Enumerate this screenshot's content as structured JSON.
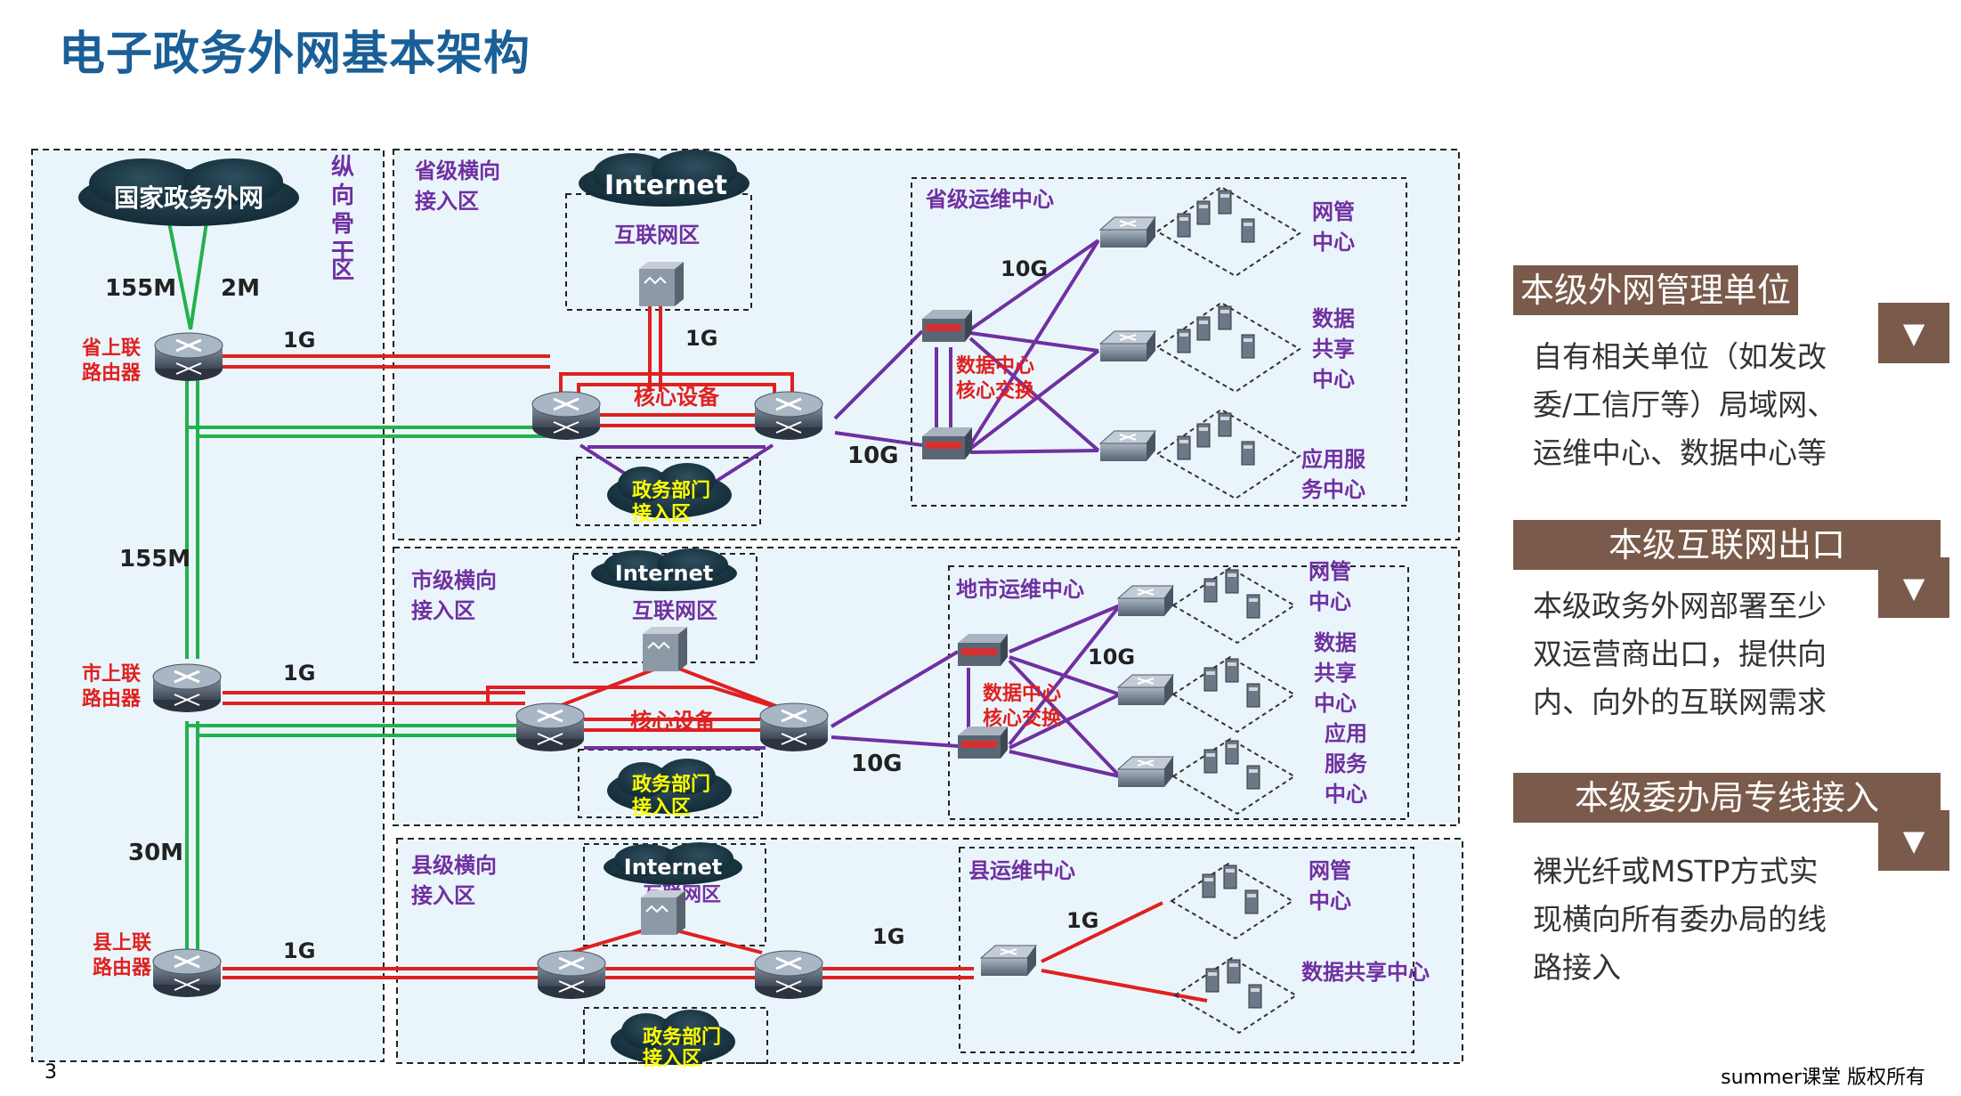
{
  "title": "电子政务外网基本架构",
  "colors": {
    "title": "#1a5f97",
    "red_link": "#e02020",
    "green_link": "#22b14c",
    "purple_link": "#7030a0",
    "label_red": "#e02020",
    "label_purple": "#7030a0",
    "side_header": "#7a5a4a",
    "zone_bg": "#eaf5fb",
    "dc_label": "#ffff00"
  },
  "backbone": {
    "label": "纵向骨干区",
    "cloud": "国家政务外网",
    "bw_155": "155M",
    "bw_2": "2M",
    "bw_155b": "155M",
    "bw_30": "30M",
    "router_prov": "省上联路由器",
    "router_city": "市上联路由器",
    "router_county": "县上联路由器"
  },
  "province": {
    "zone": "省级横向接入区",
    "internet": "Internet",
    "inet_zone": "互联网区",
    "bw_up": "1G",
    "bw_inet": "1G",
    "core": "核心设备",
    "dept": "政务部门接入区",
    "bw_dc": "10G",
    "ops": "省级运维中心",
    "bw_dc_top": "10G",
    "dc_core": "数据中心核心交换",
    "centers": [
      "网管中心",
      "数据共享中心",
      "应用服务中心"
    ]
  },
  "city": {
    "zone": "市级横向接入区",
    "internet": "Internet",
    "inet_zone": "互联网区",
    "bw_up": "1G",
    "core": "核心设备",
    "dept": "政务部门接入区",
    "bw_dc": "10G",
    "ops": "地市运维中心",
    "bw_dc_top": "10G",
    "dc_core": "数据中心核心交换",
    "centers": [
      "网管中心",
      "数据共享中心",
      "应用服务中心"
    ]
  },
  "county": {
    "zone": "县级横向接入区",
    "internet": "Internet",
    "inet_zone": "互联网区",
    "bw_up": "1G",
    "bw_ops": "1G",
    "bw_ops2": "1G",
    "dept": "政务部门接入区",
    "ops": "县运维中心",
    "centers": [
      "网管中心",
      "数据共享中心"
    ]
  },
  "side": [
    {
      "heading": "本级外网管理单位",
      "text": [
        "自有相关单位（如发改",
        "委/工信厅等）局域网、",
        "运维中心、数据中心等"
      ]
    },
    {
      "heading": "本级互联网出口",
      "text": [
        "本级政务外网部署至少",
        "双运营商出口，提供向",
        "内、向外的互联网需求"
      ]
    },
    {
      "heading": "本级委办局专线接入",
      "text": [
        "裸光纤或MSTP方式实",
        "现横向所有委办局的线",
        "路接入"
      ]
    }
  ],
  "arrow_glyph": "▼",
  "page_number": "3",
  "footer": "summer课堂 版权所有"
}
